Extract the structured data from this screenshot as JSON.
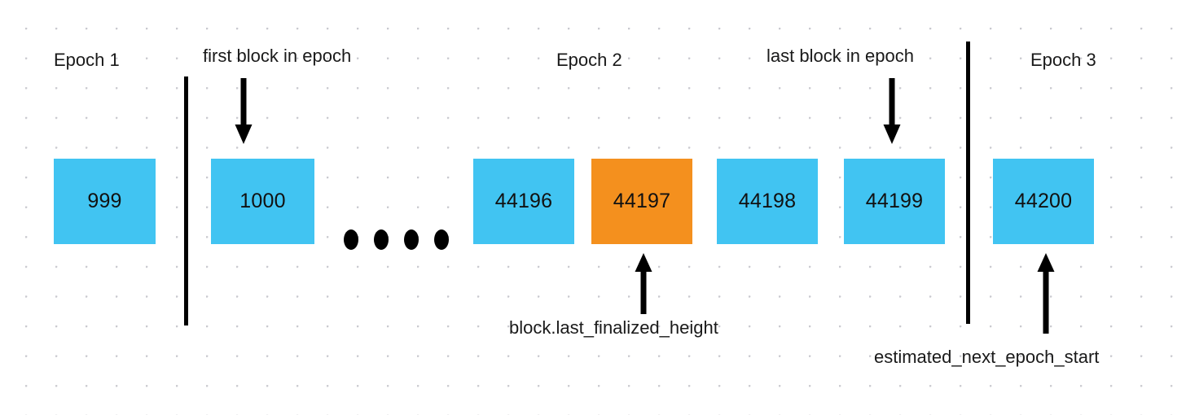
{
  "diagram": {
    "title": "Epoch block height diagram",
    "colors": {
      "block_blue": "#41c4f2",
      "block_orange": "#f4901e",
      "line_black": "#000000",
      "grid_dot": "#c9c9cf",
      "background": "#ffffff"
    },
    "epochs": [
      {
        "id": "epoch-1",
        "label": "Epoch 1"
      },
      {
        "id": "epoch-2",
        "label": "Epoch 2"
      },
      {
        "id": "epoch-3",
        "label": "Epoch 3"
      }
    ],
    "blocks": [
      {
        "id": "block-999",
        "height": "999",
        "color": "blue",
        "epoch": "Epoch 1"
      },
      {
        "id": "block-1000",
        "height": "1000",
        "color": "blue",
        "epoch": "Epoch 2"
      },
      {
        "id": "block-44196",
        "height": "44196",
        "color": "blue",
        "epoch": "Epoch 2"
      },
      {
        "id": "block-44197",
        "height": "44197",
        "color": "orange",
        "epoch": "Epoch 2"
      },
      {
        "id": "block-44198",
        "height": "44198",
        "color": "blue",
        "epoch": "Epoch 2"
      },
      {
        "id": "block-44199",
        "height": "44199",
        "color": "blue",
        "epoch": "Epoch 2"
      },
      {
        "id": "block-44200",
        "height": "44200",
        "color": "blue",
        "epoch": "Epoch 3"
      }
    ],
    "ellipsis_dot_count": 4,
    "annotations": [
      {
        "id": "first-block-in-epoch",
        "label": "first block in epoch",
        "direction": "down",
        "points_to": "1000"
      },
      {
        "id": "last-block-in-epoch",
        "label": "last block in epoch",
        "direction": "down",
        "points_to": "44199"
      },
      {
        "id": "block-last-finalized-height",
        "label": "block.last_finalized_height",
        "direction": "up",
        "points_to": "44197"
      },
      {
        "id": "estimated-next-epoch-start",
        "label": "estimated_next_epoch_start",
        "direction": "up",
        "points_to": "44200"
      }
    ]
  }
}
